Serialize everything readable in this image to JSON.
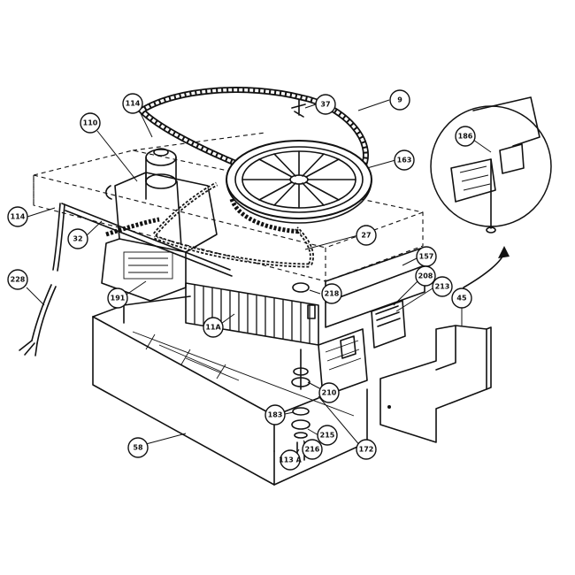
{
  "callouts": [
    {
      "id": "c-9",
      "label": "9"
    },
    {
      "id": "c-37",
      "label": "37"
    },
    {
      "id": "c-114-top",
      "label": "114"
    },
    {
      "id": "c-110",
      "label": "110"
    },
    {
      "id": "c-163",
      "label": "163"
    },
    {
      "id": "c-114-left",
      "label": "114"
    },
    {
      "id": "c-32",
      "label": "32"
    },
    {
      "id": "c-27",
      "label": "27"
    },
    {
      "id": "c-228",
      "label": "228"
    },
    {
      "id": "c-191",
      "label": "191"
    },
    {
      "id": "c-218",
      "label": "218"
    },
    {
      "id": "c-157",
      "label": "157"
    },
    {
      "id": "c-208",
      "label": "208"
    },
    {
      "id": "c-213",
      "label": "213"
    },
    {
      "id": "c-45",
      "label": "45"
    },
    {
      "id": "c-11a",
      "label": "11A"
    },
    {
      "id": "c-186",
      "label": "186"
    },
    {
      "id": "c-210",
      "label": "210"
    },
    {
      "id": "c-183",
      "label": "183"
    },
    {
      "id": "c-215",
      "label": "215"
    },
    {
      "id": "c-216",
      "label": "216"
    },
    {
      "id": "c-113a",
      "label": "113 A"
    },
    {
      "id": "c-172",
      "label": "172"
    },
    {
      "id": "c-58",
      "label": "58"
    }
  ]
}
